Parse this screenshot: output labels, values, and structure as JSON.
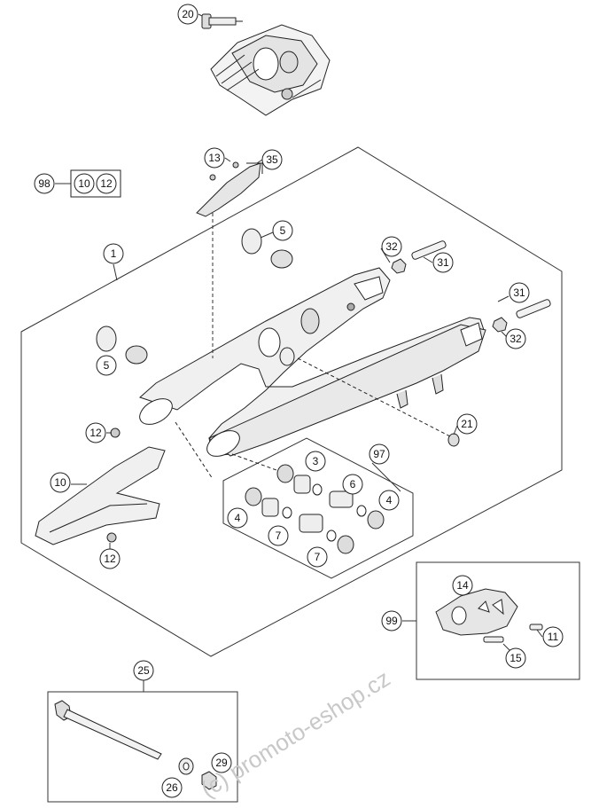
{
  "callouts": {
    "c20": "20",
    "c13": "13",
    "c35": "35",
    "c98": "98",
    "c98a": "10",
    "c98b": "12",
    "c1": "1",
    "c5a": "5",
    "c5b": "5",
    "c32a": "32",
    "c31a": "31",
    "c31b": "31",
    "c32b": "32",
    "c21": "21",
    "c12a": "12",
    "c10": "10",
    "c12b": "12",
    "c3": "3",
    "c97": "97",
    "c6": "6",
    "c4a": "4",
    "c4b": "4",
    "c7a": "7",
    "c7b": "7",
    "c14": "14",
    "c99": "99",
    "c11": "11",
    "c15": "15",
    "c25": "25",
    "c29": "29",
    "c26": "26"
  },
  "watermark": "(c) promoto-eshop.cz"
}
